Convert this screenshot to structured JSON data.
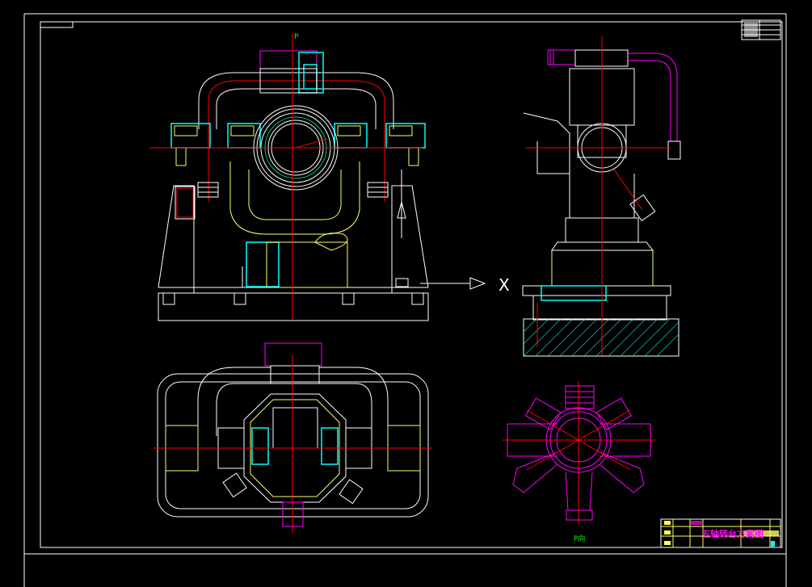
{
  "drawing": {
    "colors": {
      "background": "#000000",
      "outline": "#ffffff",
      "centerline": "#ff0000",
      "section": "#00ffff",
      "hidden": "#ffff66",
      "auxiliary": "#ff00ff",
      "label": "#00ff00"
    },
    "view_labels": {
      "front_top_marker": "P",
      "direction_arrow_label": "X",
      "p_view_label": "P向"
    },
    "title_block": {
      "title": "五轴转台方案图"
    }
  }
}
